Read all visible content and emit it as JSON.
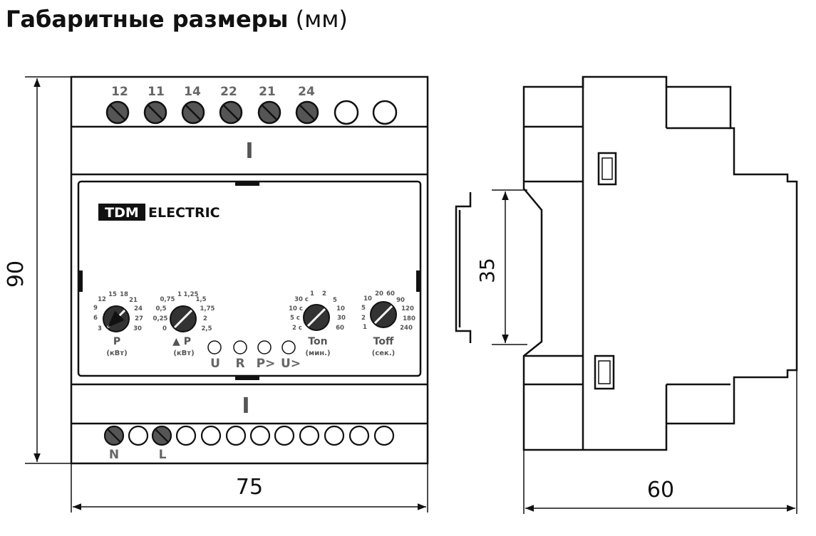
{
  "title": {
    "main": "Габаритные размеры",
    "unit": "(мм)"
  },
  "front": {
    "top_terminals": [
      "12",
      "11",
      "14",
      "22",
      "21",
      "24",
      "",
      ""
    ],
    "top_module_mark": "I",
    "bottom_module_mark": "I",
    "bottom_terminal_labels": {
      "n": "N",
      "l": "L"
    },
    "brand": {
      "logo": "TDM",
      "name": "ELECTRIC"
    },
    "knobs": [
      {
        "name": "P",
        "unit": "(кВт)",
        "scale_left": [
          "3",
          "6",
          "9",
          "12",
          "15",
          "18"
        ],
        "scale_right": [
          "21",
          "24",
          "27",
          "30"
        ]
      },
      {
        "name": "▲ P",
        "unit": "(кВт)",
        "scale_left": [
          "0",
          "0,25",
          "0,5",
          "0,75",
          "1"
        ],
        "scale_right": [
          "1,25",
          "1,5",
          "1,75",
          "2",
          "2,5"
        ]
      },
      {
        "name": "Ton",
        "unit": "(мин.)",
        "scale_left": [
          "2 с",
          "5 с",
          "10 с",
          "30 с",
          "1"
        ],
        "scale_right": [
          "2",
          "5",
          "10",
          "30",
          "60"
        ]
      },
      {
        "name": "Toff",
        "unit": "(сек.)",
        "scale_left": [
          "1",
          "2",
          "5",
          "10",
          "20"
        ],
        "scale_right": [
          "60",
          "90",
          "120",
          "180",
          "240"
        ]
      }
    ],
    "leds": [
      "U",
      "R",
      "P>",
      "U>"
    ]
  },
  "dimensions": {
    "height": "90",
    "width": "75",
    "depth": "60",
    "din_rail": "35"
  },
  "colors": {
    "line": "#111111",
    "terminal_fill": "#555555",
    "label_gray": "#666666",
    "logo_bg": "#111111"
  }
}
